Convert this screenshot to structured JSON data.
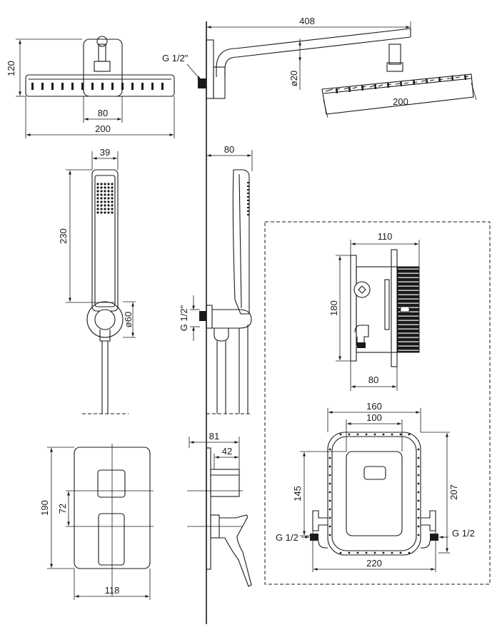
{
  "overhead_shower": {
    "height": "120",
    "bracket_width": "80",
    "head_width": "200"
  },
  "shower_arm": {
    "thread": "G 1/2\"",
    "length": "408",
    "pipe_diameter": "ø20",
    "head_width": "200"
  },
  "hand_shower": {
    "width": "39",
    "length": "230",
    "holder_diameter": "ø60",
    "projection": "80",
    "thread": "G 1/2\""
  },
  "mixer_front": {
    "height": "190",
    "axis_distance": "72",
    "width": "118"
  },
  "mixer_side": {
    "total_depth": "81",
    "handle_depth": "42"
  },
  "concealed_box": {
    "width": "110",
    "height": "180",
    "depth": "80",
    "outer_width": "160",
    "inner_width": "100",
    "inner_height": "145",
    "outer_height": "207",
    "mounting_width": "220",
    "thread_left": "G 1/2",
    "thread_right": "G 1/2"
  }
}
